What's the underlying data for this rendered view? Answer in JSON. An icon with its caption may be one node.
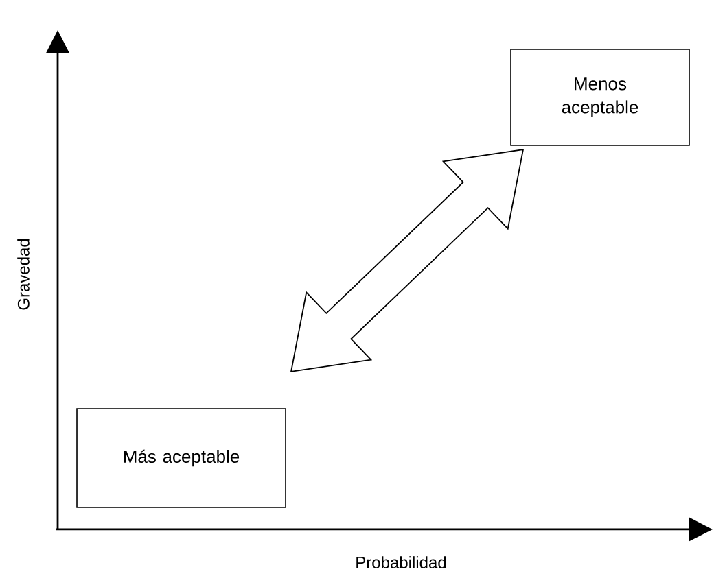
{
  "diagram": {
    "nodes": [
      {
        "text": [
          "Menos aceptable"
        ]
      },
      {
        "text": [
          "Más aceptable"
        ]
      }
    ],
    "edges": [
      {
        "from": 1,
        "to": 0,
        "arrow": "both"
      }
    ],
    "labels": [
      "Gravedad",
      "Probabilidad"
    ]
  }
}
